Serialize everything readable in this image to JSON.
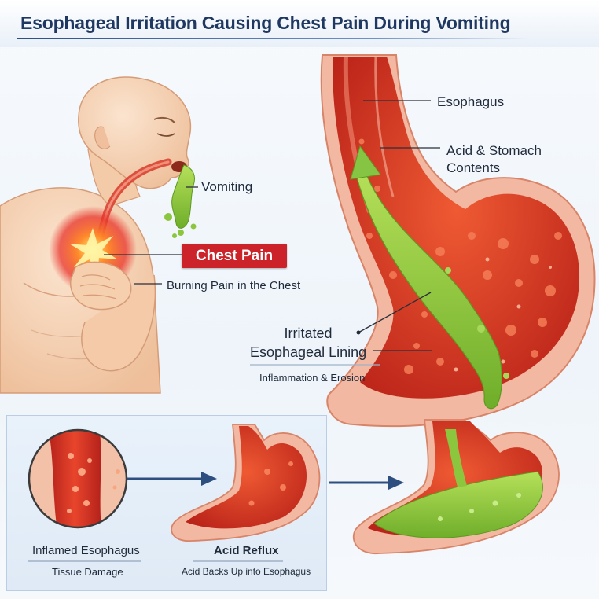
{
  "title": "Esophageal Irritation Causing Chest Pain During Vomiting",
  "labels": {
    "esophagus": "Esophagus",
    "acid_line1": "Acid & Stomach",
    "acid_line2": "Contents",
    "vomiting": "Vomiting",
    "chest_pain": "Chest Pain",
    "burning_pain": "Burning Pain in the Chest",
    "irritated_line1": "Irritated",
    "irritated_line2": "Esophageal Lining",
    "inflammation": "Inflammation & Erosion"
  },
  "inset": {
    "inflamed": "Inflamed Esophagus",
    "tissue": "Tissue Damage",
    "reflux": "Acid Reflux",
    "backs_up": "Acid Backs Up into Esophagus"
  },
  "colors": {
    "title": "#1f3862",
    "badge": "#cc2229",
    "tissue_red": "#d63a22",
    "wall_pink": "#f2b8a2",
    "acid_green": "#8cc63f",
    "arrow_blue": "#2d4f80"
  }
}
